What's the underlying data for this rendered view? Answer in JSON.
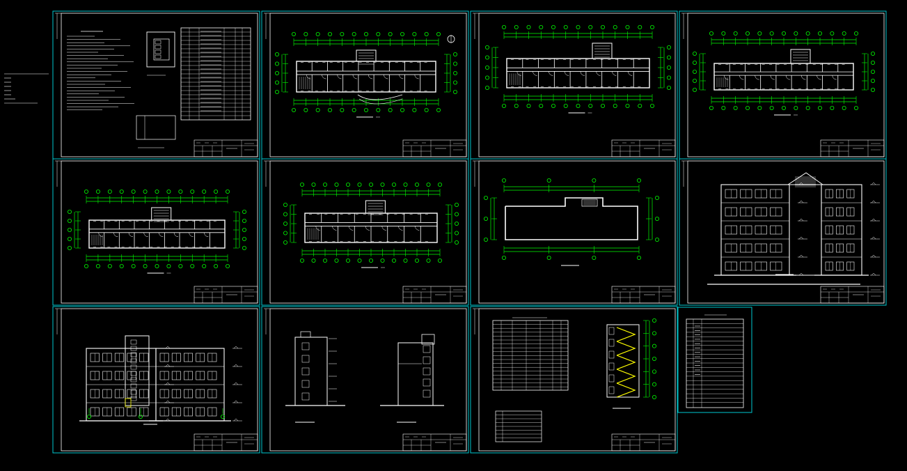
{
  "window": {
    "title": ""
  },
  "colors": {
    "background": "#000000",
    "sheet_border": "#00c8d0",
    "drawing_line": "#ffffff",
    "dimension_line": "#00ff00",
    "stair_accent": "#ffff00"
  },
  "sheets": [
    {
      "id": "s01",
      "kind": "notes"
    },
    {
      "id": "s02",
      "kind": "plan-first-floor"
    },
    {
      "id": "s03",
      "kind": "plan-second-floor"
    },
    {
      "id": "s04",
      "kind": "plan-third-floor"
    },
    {
      "id": "s05",
      "kind": "plan-fourth-floor"
    },
    {
      "id": "s06",
      "kind": "plan-fifth-floor"
    },
    {
      "id": "s07",
      "kind": "roof-plan"
    },
    {
      "id": "s08",
      "kind": "front-elevation"
    },
    {
      "id": "s09",
      "kind": "rear-elevation"
    },
    {
      "id": "s10",
      "kind": "side-elevations"
    },
    {
      "id": "s11",
      "kind": "door-window-schedule-stair-section"
    },
    {
      "id": "s12",
      "kind": "drawing-index"
    }
  ]
}
